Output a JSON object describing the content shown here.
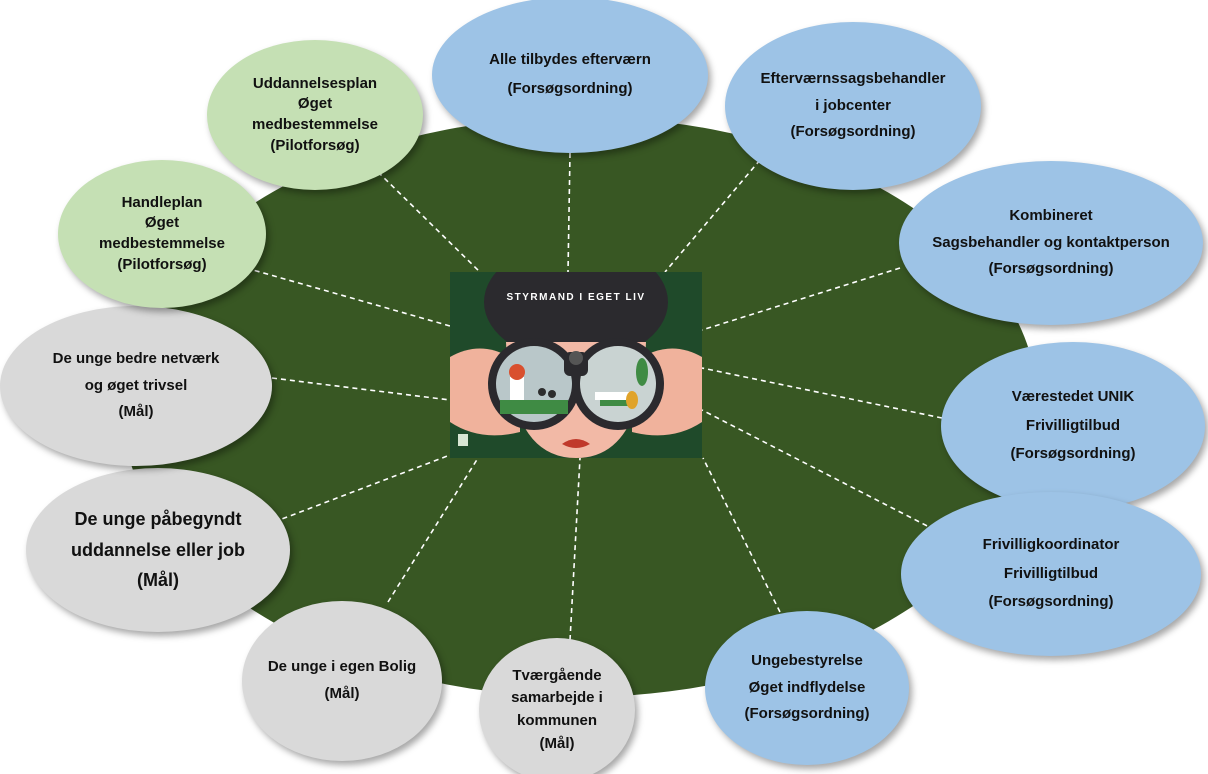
{
  "center": {
    "title": "STYRMAND I EGET LIV"
  },
  "bubbles": [
    {
      "id": "alle-tilbydes",
      "color": "blue",
      "lines": [
        "Alle tilbydes efterværn",
        "(Forsøgsordning)"
      ]
    },
    {
      "id": "eftervaern-sagsbehandler",
      "color": "blue",
      "lines": [
        "Efterværnssagsbehandler",
        "i jobcenter",
        "(Forsøgsordning)"
      ]
    },
    {
      "id": "kombineret",
      "color": "blue",
      "lines": [
        "Kombineret",
        "Sagsbehandler og kontaktperson",
        "(Forsøgsordning)"
      ]
    },
    {
      "id": "vaerestedet",
      "color": "blue",
      "lines": [
        "Værestedet UNIK",
        "Frivilligtilbud",
        "(Forsøgsordning)"
      ]
    },
    {
      "id": "frivilligkoordinator",
      "color": "blue",
      "lines": [
        "Frivilligkoordinator",
        "Frivilligtilbud",
        "(Forsøgsordning)"
      ]
    },
    {
      "id": "ungebestyrelse",
      "color": "blue",
      "lines": [
        "Ungebestyrelse",
        "Øget indflydelse",
        "(Forsøgsordning)"
      ]
    },
    {
      "id": "tvaergaaende",
      "color": "gray",
      "lines": [
        "Tværgående",
        "samarbejde i",
        "kommunen",
        "(Mål)"
      ]
    },
    {
      "id": "egen-bolig",
      "color": "gray",
      "lines": [
        "De unge i egen Bolig",
        "(Mål)"
      ]
    },
    {
      "id": "uddannelse-job",
      "color": "gray",
      "lines": [
        "De unge påbegyndt",
        "uddannelse eller job",
        "(Mål)"
      ]
    },
    {
      "id": "netvaerk",
      "color": "gray",
      "lines": [
        "De unge bedre netværk",
        "og øget trivsel",
        "(Mål)"
      ]
    },
    {
      "id": "handleplan",
      "color": "green",
      "lines": [
        "Handleplan",
        "Øget",
        "medbestemmelse",
        "(Pilotforsøg)"
      ]
    },
    {
      "id": "uddannelsesplan",
      "color": "green",
      "lines": [
        "Uddannelsesplan",
        "Øget",
        "medbestemmelse",
        "(Pilotforsøg)"
      ]
    }
  ],
  "colors": {
    "big_ellipse": "#385723",
    "green_bubble": "#c5e0b4",
    "blue_bubble": "#9dc3e6",
    "gray_bubble": "#d9d9d9",
    "connector": "#ffffff"
  }
}
